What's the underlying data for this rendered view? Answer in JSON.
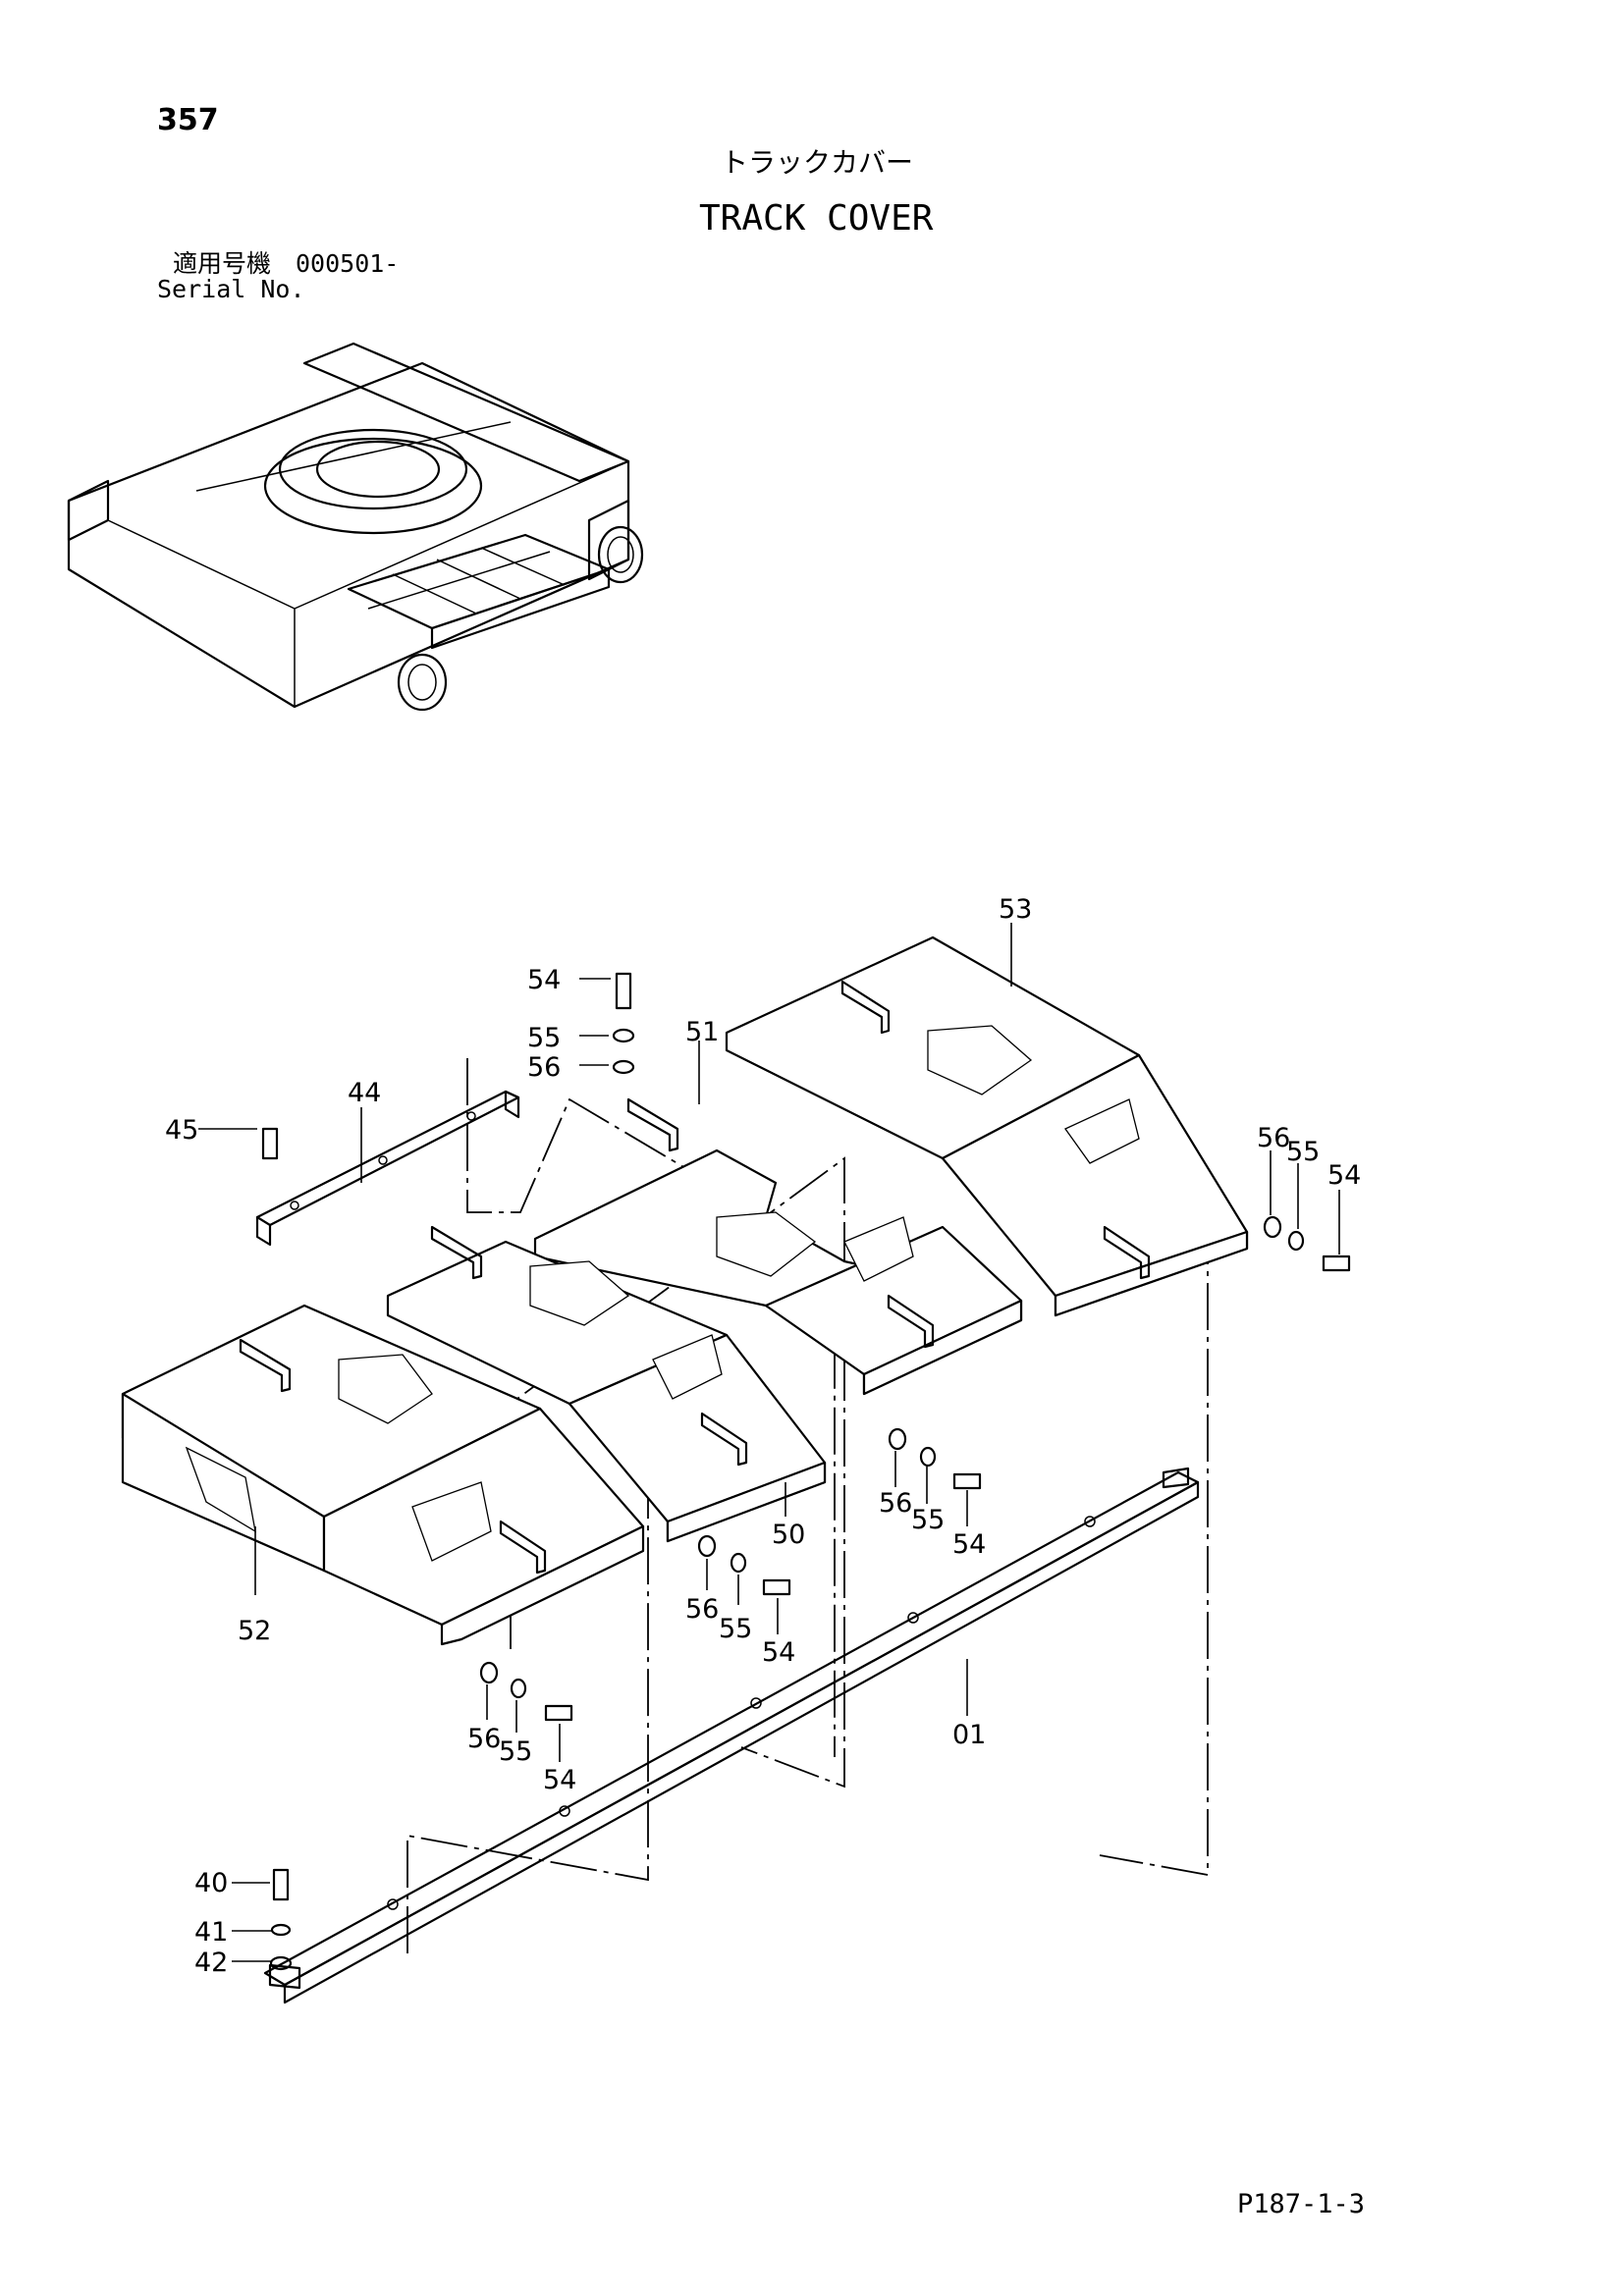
{
  "header": {
    "page_number": "357",
    "title_jp": "トラックカバー",
    "title_en": "TRACK COVER",
    "serial_jp": "適用号機　000501-",
    "serial_en": "Serial No."
  },
  "footer": {
    "page_ref": "P187-1-3"
  },
  "callouts": {
    "c53": "53",
    "c54_top": "54",
    "c55_top": "55",
    "c56_top": "56",
    "c51": "51",
    "c44": "44",
    "c45": "45",
    "c56_r": "56",
    "c55_r": "55",
    "c54_r": "54",
    "c56_m": "56",
    "c55_m": "55",
    "c54_m": "54",
    "c50": "50",
    "c56_l": "56",
    "c55_l": "55",
    "c54_l": "54",
    "c52": "52",
    "c56_b": "56",
    "c55_b": "55",
    "c54_b": "54",
    "c01": "01",
    "c40": "40",
    "c41": "41",
    "c42": "42"
  }
}
